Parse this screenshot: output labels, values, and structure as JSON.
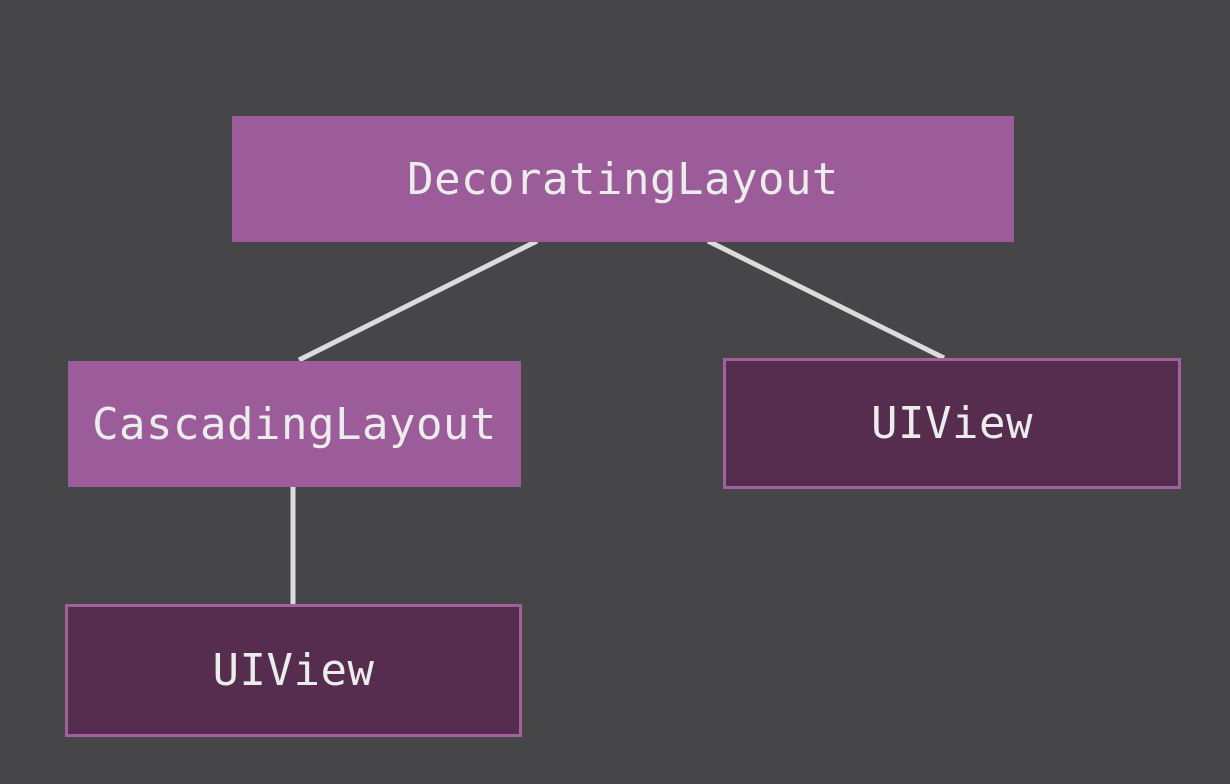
{
  "diagram": {
    "root": {
      "label": "DecoratingLayout",
      "kind": "layout",
      "children": [
        "cascading",
        "uiview_right"
      ]
    },
    "cascading": {
      "label": "CascadingLayout",
      "kind": "layout",
      "children": [
        "uiview_bottom"
      ]
    },
    "uiview_right": {
      "label": "UIView",
      "kind": "view"
    },
    "uiview_bottom": {
      "label": "UIView",
      "kind": "view"
    }
  },
  "colors": {
    "background": "#464648",
    "layout_fill": "#9b5c99",
    "view_fill": "#562d4f",
    "view_border": "#a1629c",
    "connector": "#dcdcdc",
    "text": "#ececec"
  }
}
